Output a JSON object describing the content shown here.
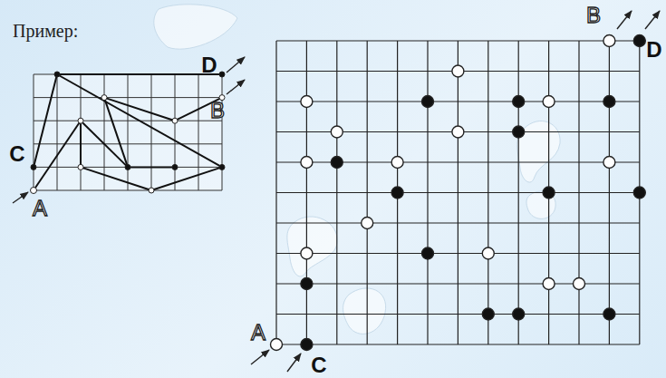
{
  "diagram": {
    "labels": [
      "Пример:",
      "D",
      "B",
      "C",
      "A",
      "B",
      "D",
      "A",
      "C"
    ]
  }
}
